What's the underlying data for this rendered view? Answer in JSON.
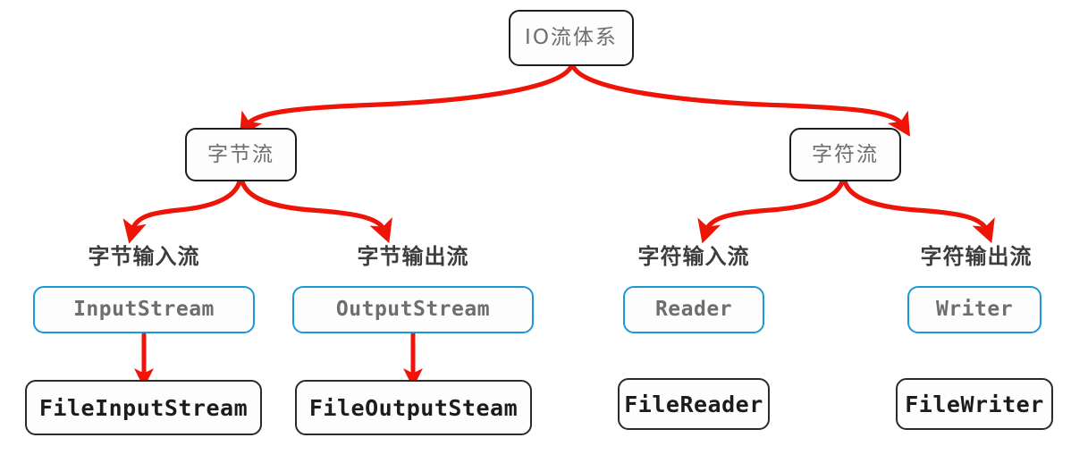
{
  "diagram": {
    "title": "IO流体系",
    "colors": {
      "arrow": "#ee1408",
      "blue_border": "#189ad6",
      "dark_border": "#1d1d1d",
      "node_text": "#6e6e6e",
      "leaf_text": "#1c1c1c",
      "heading_text": "#3d3d3d",
      "background": "#ffffff"
    },
    "root": {
      "label": "IO流体系"
    },
    "level2": [
      {
        "label": "字节流"
      },
      {
        "label": "字符流"
      }
    ],
    "columns": [
      {
        "heading": "字节输入流",
        "abstract": "InputStream",
        "concrete": "FileInputStream"
      },
      {
        "heading": "字节输出流",
        "abstract": "OutputStream",
        "concrete": "FileOutputSteam"
      },
      {
        "heading": "字符输入流",
        "abstract": "Reader",
        "concrete": "FileReader"
      },
      {
        "heading": "字符输出流",
        "abstract": "Writer",
        "concrete": "FileWriter"
      }
    ]
  }
}
